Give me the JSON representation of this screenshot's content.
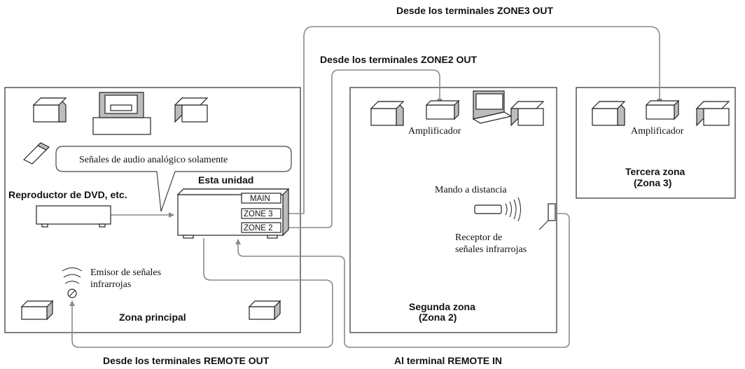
{
  "labels": {
    "zone3_from": "Desde los terminales ZONE3 OUT",
    "zone2_from": "Desde los terminales ZONE2 OUT",
    "remote_out_from": "Desde los terminales REMOTE OUT",
    "remote_in_to": "Al terminal REMOTE IN"
  },
  "main_zone": {
    "name": "Zona principal",
    "signal_note": "Señales de audio analógico solamente",
    "unit_title": "Esta unidad",
    "dvd_label": "Reproductor de DVD, etc.",
    "ports": [
      "MAIN",
      "ZONE 3",
      "ZONE 2"
    ],
    "ir_emitter": [
      "Emisor de señales",
      "infrarrojas"
    ]
  },
  "second_zone": {
    "name": [
      "Segunda zona",
      "(Zona 2)"
    ],
    "amplifier": "Amplificador",
    "remote": "Mando a distancia",
    "ir_receiver": [
      "Receptor de",
      "señales infrarrojas"
    ]
  },
  "third_zone": {
    "name": [
      "Tercera zona",
      "(Zona 3)"
    ],
    "amplifier": "Amplificador"
  },
  "colors": {
    "wire": "#8a8a8a",
    "speaker_side": "#bdbdbd",
    "outline": "#2b2b2b"
  }
}
